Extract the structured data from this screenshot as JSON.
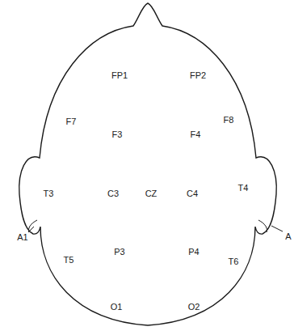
{
  "diagram": {
    "labels": [
      "FP1",
      "FP2",
      "F7",
      "F3",
      "F4",
      "F8",
      "T3",
      "C3",
      "CZ",
      "C4",
      "T4",
      "A1",
      "A",
      "P3",
      "P4",
      "T5",
      "T6",
      "O1",
      "O2"
    ]
  }
}
